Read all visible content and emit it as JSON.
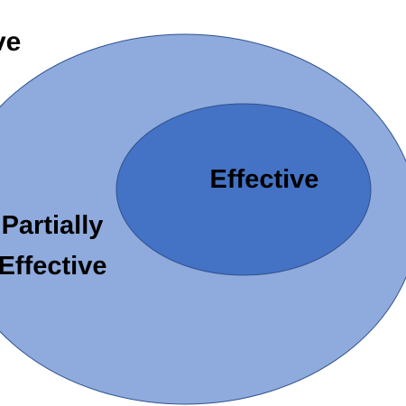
{
  "diagram": {
    "corner_label": "ve",
    "outer_ellipse": {
      "label_line1": "Partially",
      "label_line2": "Effective",
      "fill": "#8faadc",
      "stroke": "#2f528f"
    },
    "inner_ellipse": {
      "label": "Effective",
      "fill": "#4472c4",
      "stroke": "#2f528f"
    }
  }
}
